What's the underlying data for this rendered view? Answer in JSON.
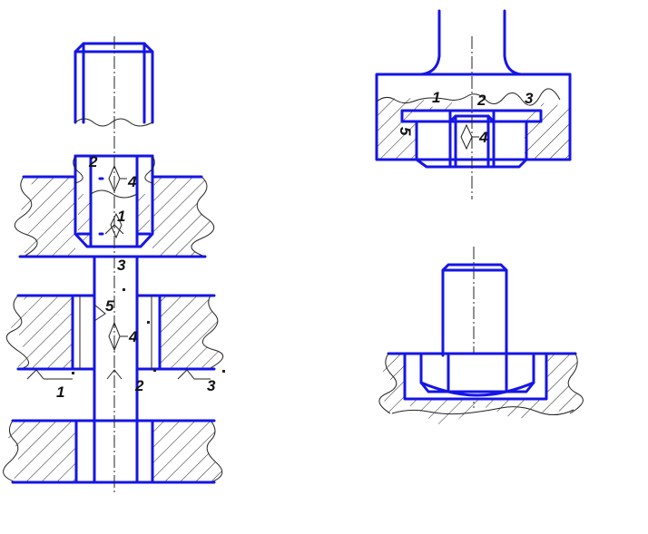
{
  "labels": {
    "left_top_2": "2",
    "left_top_4": "4",
    "left_mid_1": "1",
    "left_mid_3": "3",
    "left_low_5": "5",
    "left_low_4": "4",
    "left_bot_1": "1",
    "left_bot_2": "2",
    "left_bot_3": "3",
    "right_top_1": "1",
    "right_top_2": "2",
    "right_top_3": "3",
    "right_top_5": "5",
    "right_top_4": "4"
  },
  "colors": {
    "edge": "#1515e6",
    "thin": "#222222",
    "background": "#ffffff"
  }
}
